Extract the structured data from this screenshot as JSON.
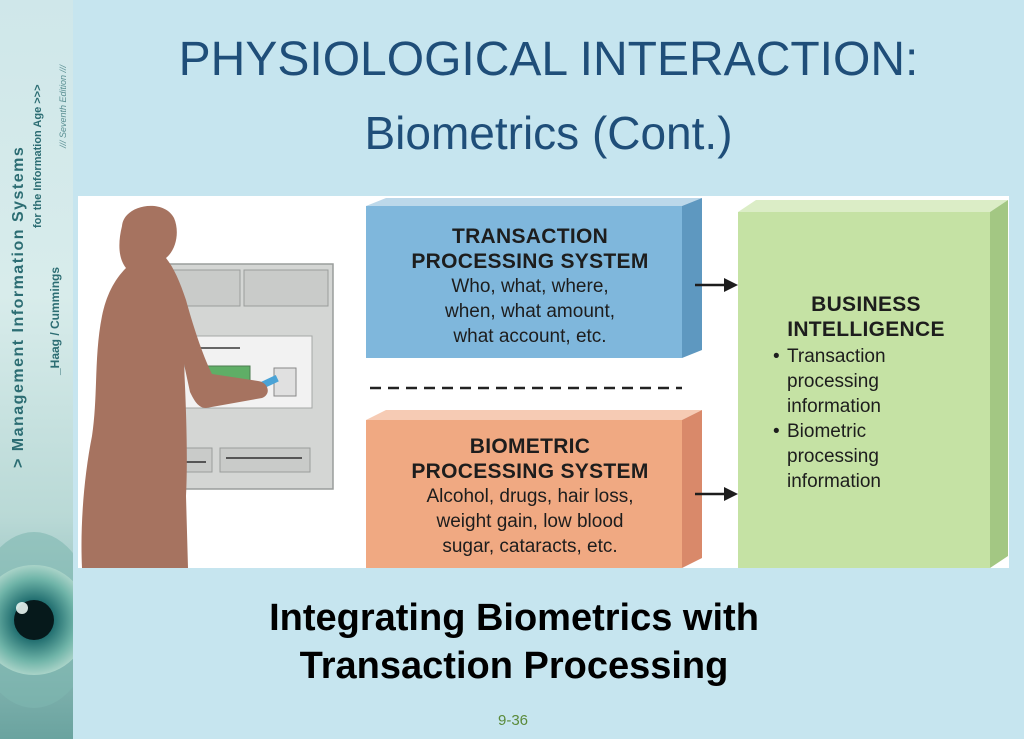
{
  "sidebar": {
    "book_title": "> Management Information Systems",
    "book_subtitle": "for the Information Age >>>",
    "authors": "_Haag / Cummings",
    "edition": "/// Seventh Edition ///"
  },
  "title": {
    "line1": "PHYSIOLOGICAL INTERACTION:",
    "line2": "Biometrics (Cont.)"
  },
  "diagram": {
    "transaction_box": {
      "heading_lines": [
        "TRANSACTION",
        "PROCESSING SYSTEM"
      ],
      "body_lines": [
        "Who, what, where,",
        "when, what amount,",
        "what account, etc."
      ]
    },
    "biometric_box": {
      "heading_lines": [
        "BIOMETRIC",
        "PROCESSING SYSTEM"
      ],
      "body_lines": [
        "Alcohol, drugs, hair loss,",
        "weight gain, low blood",
        "sugar, cataracts, etc."
      ]
    },
    "bi_box": {
      "heading_lines": [
        "BUSINESS",
        "INTELLIGENCE"
      ],
      "bullets": [
        [
          "Transaction",
          "processing",
          "information"
        ],
        [
          "Biometric",
          "processing",
          "information"
        ]
      ]
    },
    "colors": {
      "transaction": "#7fb7dc",
      "biometric": "#f0a982",
      "business_intelligence": "#c5e2a4",
      "person": "#a67360",
      "atm": "#d4d6d4"
    }
  },
  "caption": {
    "line1": "Integrating Biometrics with",
    "line2": "Transaction Processing"
  },
  "page_number": "9-36"
}
